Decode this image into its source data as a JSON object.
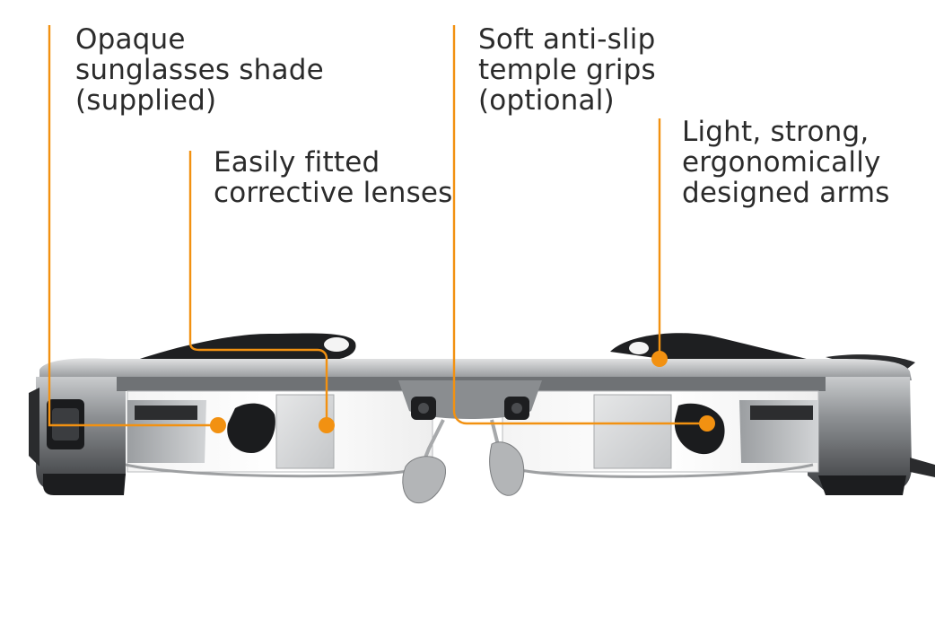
{
  "accent_color": "#f29111",
  "callouts": [
    {
      "id": "sunglasses",
      "lines": [
        "Opaque",
        "sunglasses shade",
        "(supplied)"
      ]
    },
    {
      "id": "lenses",
      "lines": [
        "Easily fitted",
        "corrective lenses"
      ]
    },
    {
      "id": "grips",
      "lines": [
        "Soft anti-slip",
        "temple grips",
        "(optional)"
      ]
    },
    {
      "id": "arms",
      "lines": [
        "Light, strong,",
        "ergonomically",
        "designed arms"
      ]
    }
  ],
  "image": {
    "subject": "smart-glasses-front-view"
  }
}
